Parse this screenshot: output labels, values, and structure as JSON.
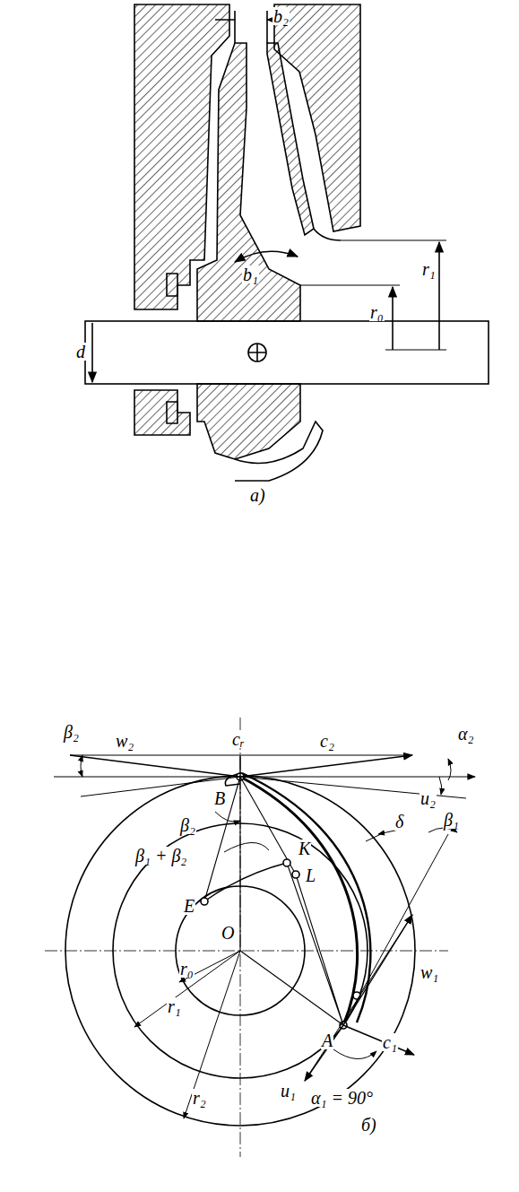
{
  "diagram": {
    "labels": [
      "b₂",
      "b₁",
      "r₀",
      "r₁",
      "d",
      "а)",
      "w₂",
      "cᵣ",
      "c₂",
      "β₂",
      "α₂",
      "B",
      "β₂",
      "β₁ + β₂",
      "K",
      "u₂",
      "δ",
      "β₁",
      "L",
      "E",
      "r₀",
      "O",
      "w₁",
      "r₁",
      "A",
      "c₁",
      "u₁",
      "α₁ = 90°",
      "r₂",
      "б)"
    ]
  }
}
